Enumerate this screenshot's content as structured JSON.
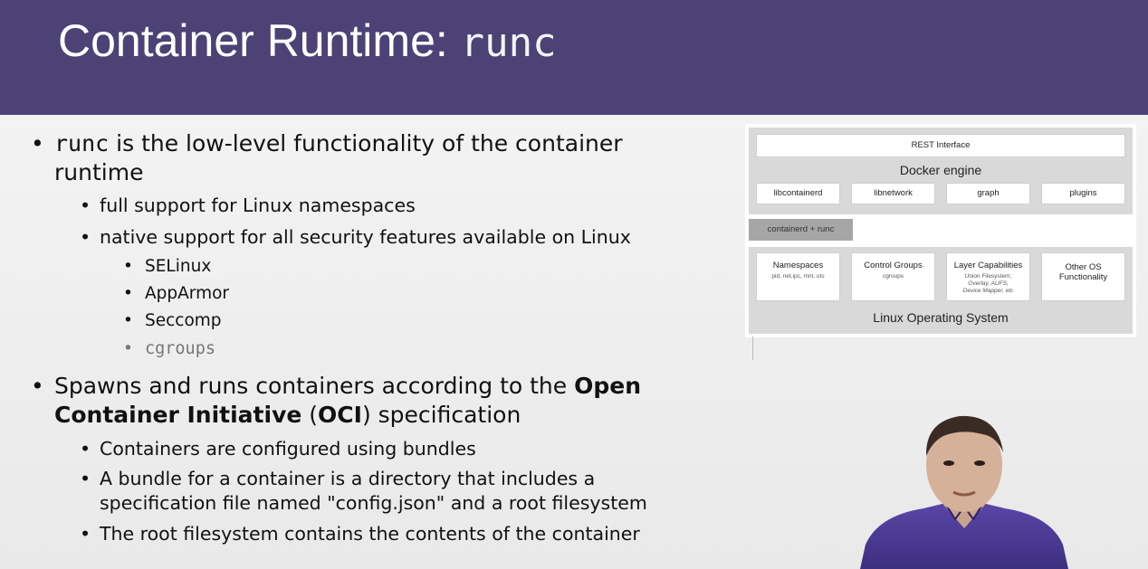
{
  "slide": {
    "title_text": "Container Runtime: ",
    "title_code": "runc"
  },
  "bullets": {
    "b1": {
      "code": "runc",
      "text_1": " is the low-level functionality of the container",
      "text_2": "runtime"
    },
    "b1_sub": [
      "full support for Linux namespaces",
      "native support for all security features available on Linux"
    ],
    "b1_subsub": [
      "SELinux",
      "AppArmor",
      "Seccomp"
    ],
    "b1_subsub_code": "cgroups",
    "b2": {
      "text_1": "Spawns and runs containers according to the ",
      "bold_1": "Open",
      "bold_2": "Container Initiative",
      "text_2": " (",
      "bold_3": "OCI",
      "text_3": ") specification"
    },
    "b2_sub": [
      "Containers are configured using bundles",
      "A bundle for a container is a directory that includes a",
      "specification file named \"config.json\" and a root filesystem",
      "The root filesystem contains the contents of the container"
    ]
  },
  "diagram": {
    "rest_interface": "REST Interface",
    "docker_engine": "Docker engine",
    "components": [
      "libcontainerd",
      "libnetwork",
      "graph",
      "plugins"
    ],
    "containerd_runc": "containerd + runc",
    "os_boxes": [
      {
        "title": "Namespaces",
        "sub": "pid, net,ipc, mnt, uts"
      },
      {
        "title": "Control Groups",
        "sub": "cgroups"
      },
      {
        "title": "Layer Capabilities",
        "sub": "Union Filesystem;",
        "sub2": "Overlay, AUFS,",
        "sub3": "Device Mapper, etc"
      },
      {
        "title": "Other OS",
        "title2": "Functionality"
      }
    ],
    "linux_os": "Linux Operating System"
  },
  "colors": {
    "header_bg": "#4c4276",
    "slide_bg": "#ececec",
    "band": "#d9d9d9",
    "containerd_box": "#a6a6a6"
  }
}
